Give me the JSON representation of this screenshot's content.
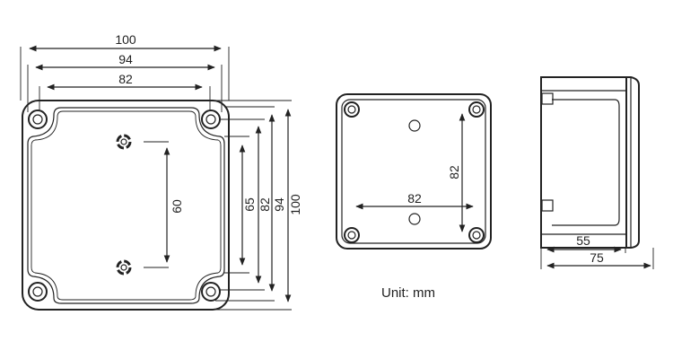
{
  "front_view": {
    "width_outer": "100",
    "width_middle": "94",
    "width_holes": "82",
    "height_outer": "100",
    "height_middle": "94",
    "height_holes": "82",
    "height_inner": "65",
    "mount_spacing": "60"
  },
  "back_view": {
    "hole_spacing_horizontal": "82",
    "hole_spacing_vertical": "82"
  },
  "side_view": {
    "base_depth": "55",
    "total_depth": "75"
  },
  "unit_label": "Unit: mm"
}
